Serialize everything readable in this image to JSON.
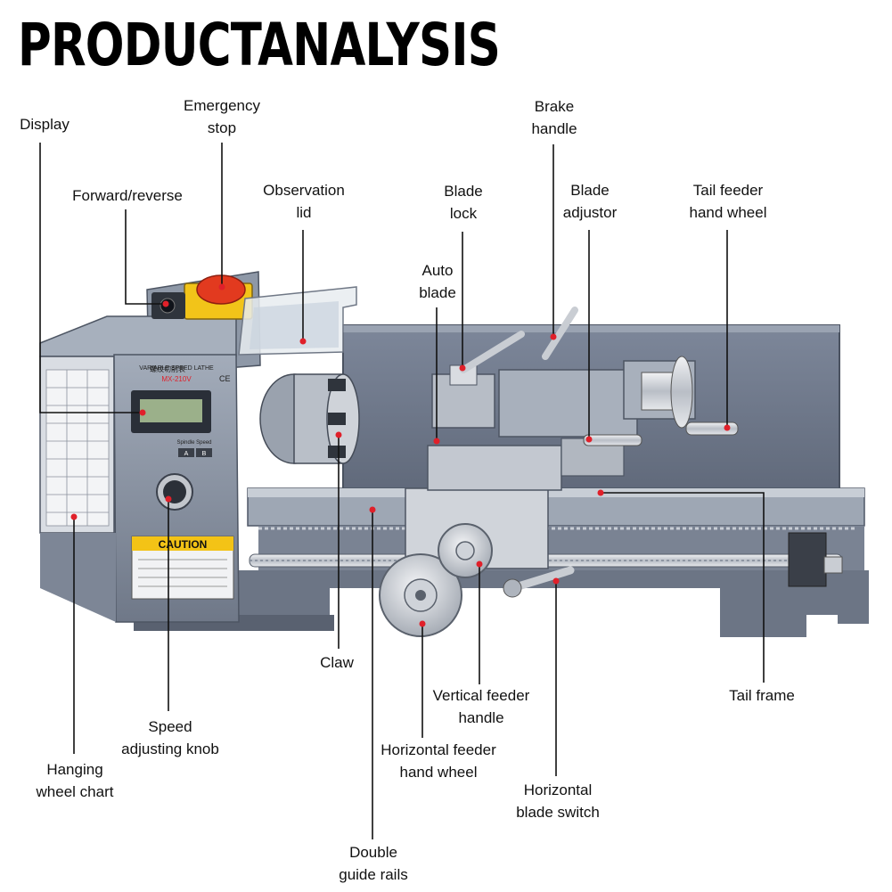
{
  "title": "PRODUCTANALYSIS",
  "panel": {
    "chart_header": "螺纹切削表",
    "model_line1": "VARIABLE SPEED LATHE",
    "model_line2": "MX-210V",
    "ce_mark": "CE",
    "spindle_speed": "Spindle Speed",
    "range_a": "A",
    "range_b": "B",
    "caution": "CAUTION"
  },
  "labels": {
    "display": "Display",
    "emergency_stop": "Emergency\nstop",
    "forward_reverse": "Forward/reverse",
    "observation_lid": "Observation\nlid",
    "blade_lock": "Blade\nlock",
    "brake_handle": "Brake\nhandle",
    "blade_adjustor": "Blade\nadjustor",
    "tail_feeder_hand_wheel": "Tail feeder\nhand wheel",
    "auto_blade": "Auto\nblade",
    "claw": "Claw",
    "tail_frame": "Tail frame",
    "vertical_feeder_handle": "Vertical feeder\nhandle",
    "speed_adjusting_knob": "Speed\nadjusting knob",
    "horizontal_feeder_hand_wheel": "Horizontal feeder\nhand wheel",
    "horizontal_blade_switch": "Horizontal\nblade switch",
    "hanging_wheel_chart": "Hanging\nwheel chart",
    "double_guide_rails": "Double\nguide rails"
  },
  "colors": {
    "machine_gray": "#8c96a6",
    "machine_dark": "#5d6674",
    "chrome": "#d7dadf",
    "estop_red": "#e23a1f",
    "estop_yellow": "#f2c419",
    "caution_yellow": "#f3c316",
    "marker_red": "#e0202a"
  }
}
